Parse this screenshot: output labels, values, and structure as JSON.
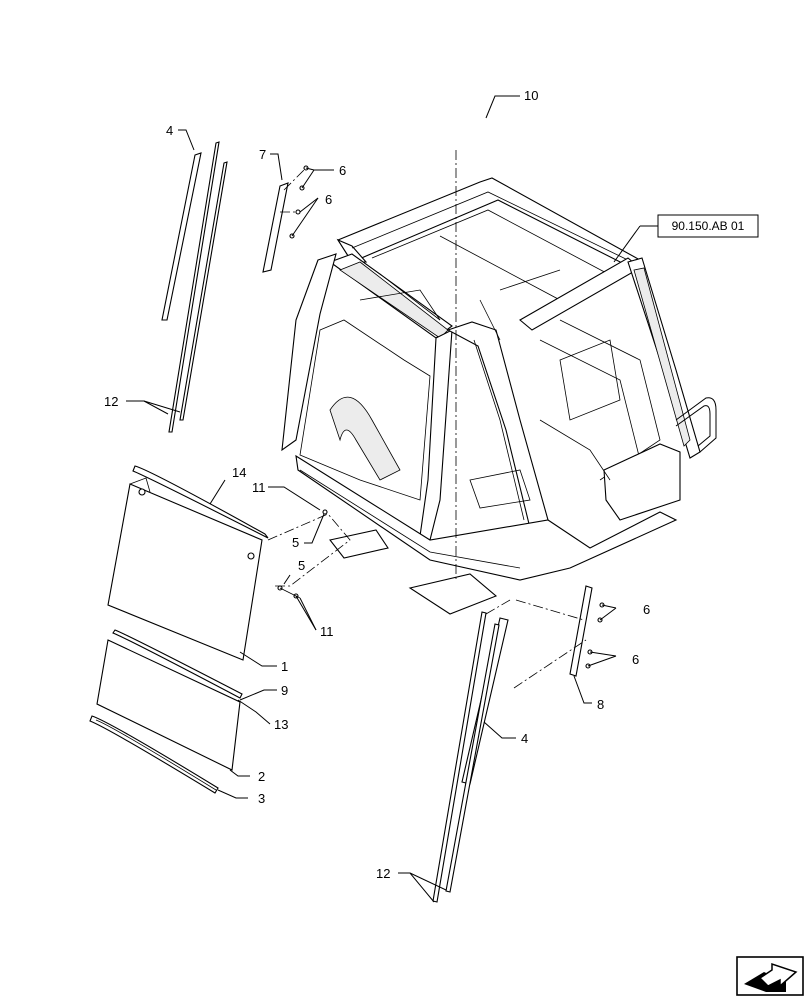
{
  "diagram": {
    "reference_box": "90.150.AB 01",
    "callouts": {
      "c1": "1",
      "c2": "2",
      "c3": "3",
      "c4_top": "4",
      "c4_bottom": "4",
      "c5_a": "5",
      "c5_b": "5",
      "c6_a": "6",
      "c6_b": "6",
      "c6_c": "6",
      "c6_d": "6",
      "c7": "7",
      "c8": "8",
      "c9": "9",
      "c10": "10",
      "c11_a": "11",
      "c11_b": "11",
      "c12_top": "12",
      "c12_bottom": "12",
      "c13": "13",
      "c14": "14"
    },
    "nav_icon": "next-page-arrow-icon"
  }
}
